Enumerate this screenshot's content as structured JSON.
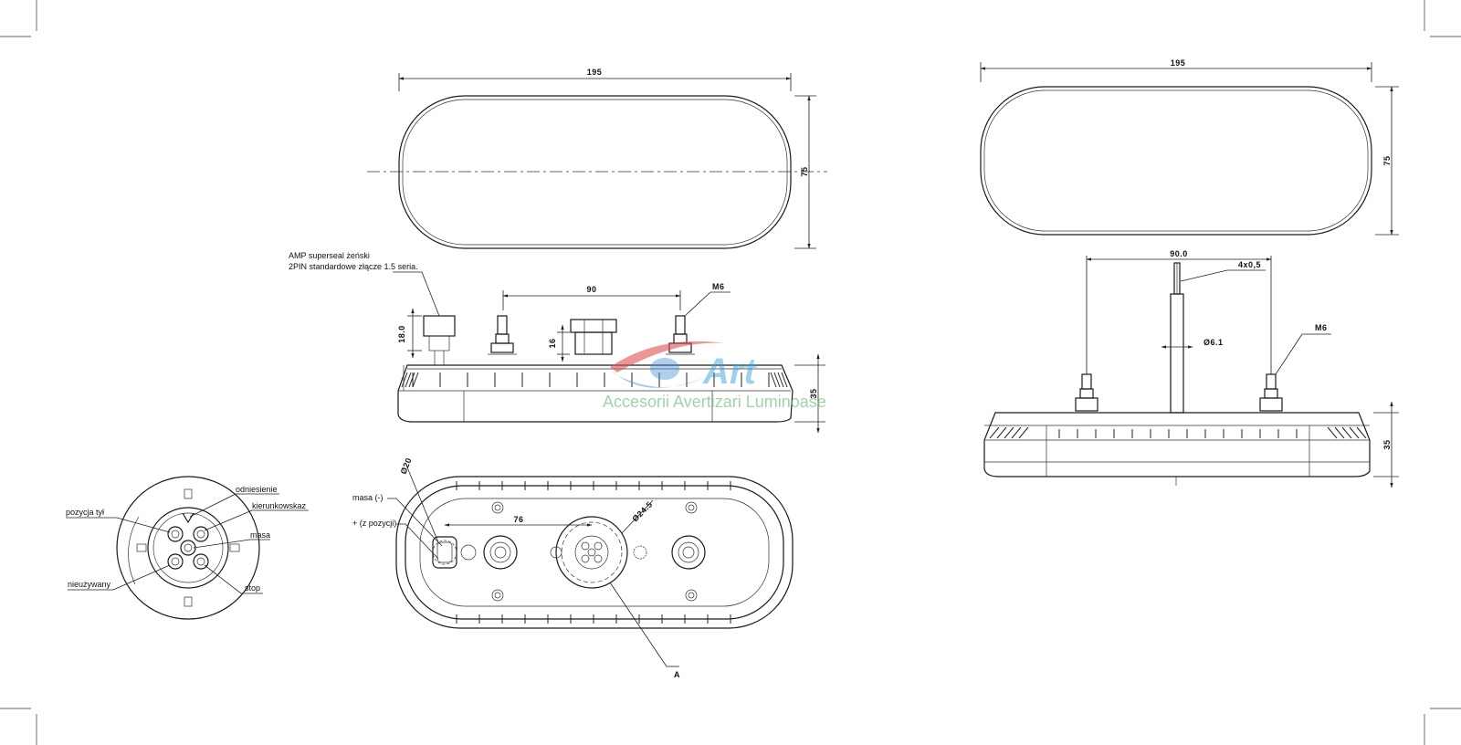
{
  "dimensions": {
    "front_width": "195",
    "front_height": "75",
    "side_stud_spacing": "90",
    "side_stud_thread": "M6",
    "side_connector_height": "18.0",
    "side_bracket_height": "16",
    "side_body_height": "35",
    "back_connector_diameter": "Ø20",
    "back_spacing": "76",
    "back_socket_diameter": "Ø24.5",
    "back_view_label": "A",
    "right_width": "195",
    "right_height": "75",
    "right_stud_spacing": "90.0",
    "right_cable": "4x0,5",
    "right_cable_diameter": "Ø6.1",
    "right_stud_thread": "M6",
    "right_body_height": "35"
  },
  "annotations": {
    "connector_note_line1": "AMP superseal żeński",
    "connector_note_line2": "2PIN standardowe złącze 1.5 seria.",
    "masa_minus": "masa (-)",
    "plus_pozycji": "+ (z pozycji)"
  },
  "pinout": {
    "odniesienie": "odniesienie",
    "pozycja_tyl": "pozycja tył",
    "kierunkowskaz": "kierunkowskaz",
    "masa": "masa",
    "nieuzywany": "nieużywany",
    "stop": "stop"
  },
  "watermark": {
    "logo_text": "Art",
    "tagline": "Accesorii Avertizari Luminoase"
  }
}
